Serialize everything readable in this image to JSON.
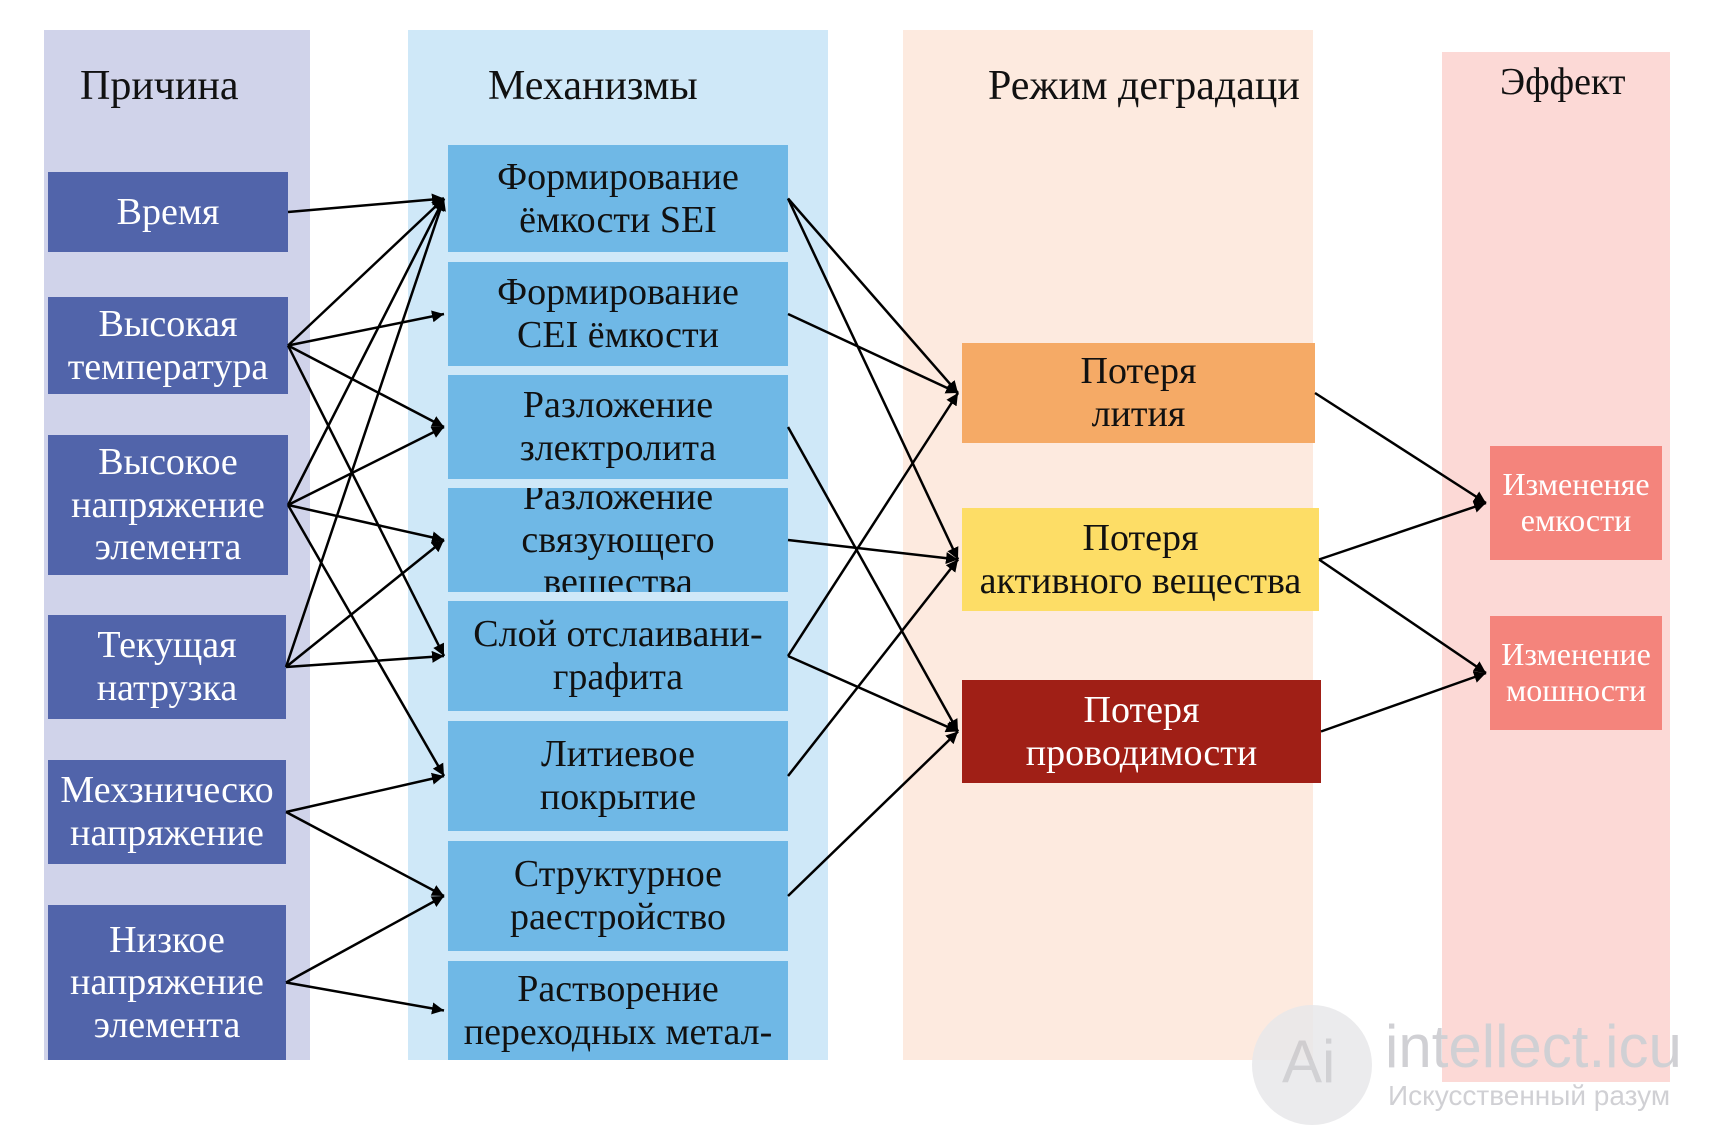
{
  "columns": {
    "cause": {
      "title": "Причина"
    },
    "mechanisms": {
      "title": "Механизмы"
    },
    "modes": {
      "title": "Режим деградаци"
    },
    "effect": {
      "title": "Эффект"
    }
  },
  "causes": [
    {
      "label": "Время"
    },
    {
      "label": "Высокая\nтемпература"
    },
    {
      "label": "Высокое\nнапряжение\nэлемента"
    },
    {
      "label": "Текущая\nнатрузка"
    },
    {
      "label": "Мехзническо\nнапряжение"
    },
    {
      "label": "Низкое\nнапряжение\nэлемента"
    }
  ],
  "mechanisms": [
    {
      "label": "Формирование\nёмкости SEI"
    },
    {
      "label": "Формирование\nCEI ёмкости"
    },
    {
      "label": "Разложение\nзлектролита"
    },
    {
      "label": "Разложение\nсвязующего вещества"
    },
    {
      "label": "Слой отслаивани-\nграфита"
    },
    {
      "label": "Литиевое\nпокрытие"
    },
    {
      "label": "Структурное\nраестройство"
    },
    {
      "label": "Растворение\nпереходных метал-"
    }
  ],
  "modes": [
    {
      "label": "Потеря\nлития",
      "color": "#f5aa66",
      "text_color": "#111111"
    },
    {
      "label": "Потеря\nактивного вещества",
      "color": "#fddd66",
      "text_color": "#111111"
    },
    {
      "label": "Потеря\nпроводимости",
      "color": "#a01f16",
      "text_color": "#ffffff"
    }
  ],
  "effects": [
    {
      "label": "Измененяе\nемкости"
    },
    {
      "label": "Изменение\nмошности"
    }
  ],
  "connections": {
    "cause_to_mechanism": [
      [
        0,
        0
      ],
      [
        1,
        0
      ],
      [
        1,
        1
      ],
      [
        1,
        2
      ],
      [
        1,
        4
      ],
      [
        2,
        0
      ],
      [
        2,
        2
      ],
      [
        2,
        3
      ],
      [
        2,
        5
      ],
      [
        3,
        0
      ],
      [
        3,
        3
      ],
      [
        3,
        4
      ],
      [
        4,
        5
      ],
      [
        4,
        6
      ],
      [
        5,
        6
      ],
      [
        5,
        7
      ]
    ],
    "mechanism_to_mode": [
      [
        0,
        0
      ],
      [
        0,
        1
      ],
      [
        1,
        0
      ],
      [
        2,
        2
      ],
      [
        3,
        1
      ],
      [
        4,
        0
      ],
      [
        4,
        2
      ],
      [
        5,
        1
      ],
      [
        6,
        2
      ]
    ],
    "mode_to_effect": [
      [
        0,
        0
      ],
      [
        1,
        0
      ],
      [
        1,
        1
      ],
      [
        2,
        1
      ]
    ]
  },
  "watermark": {
    "brand": "intellect.icu",
    "tagline": "Искусственный разум",
    "logo_text": "Ai"
  },
  "colors": {
    "cause_bg": "#d0d3ea",
    "mech_bg": "#cfe8f8",
    "mode_bg": "#fdeadf",
    "effect_bg": "#fcd9d6"
  }
}
